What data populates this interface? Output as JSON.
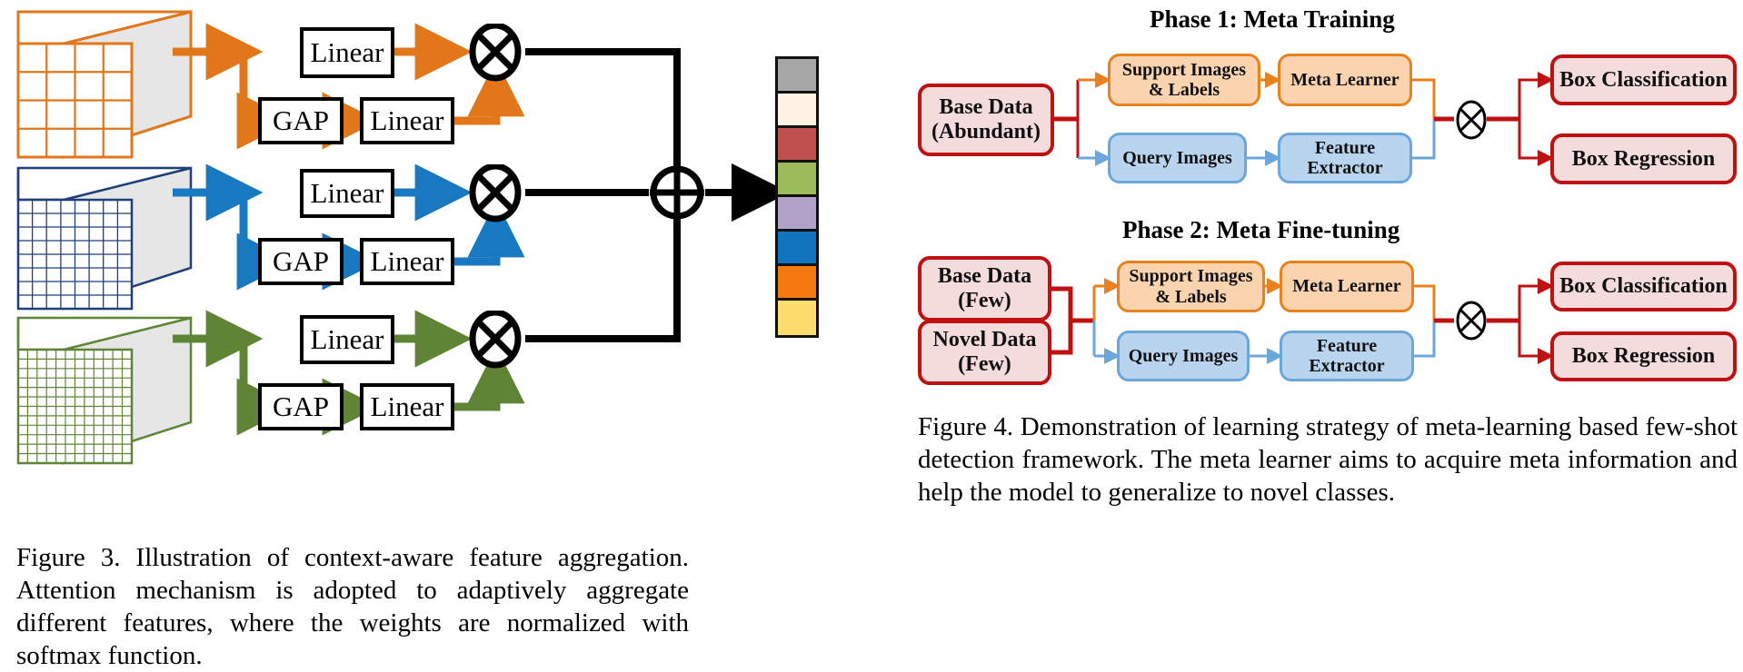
{
  "figure3": {
    "blocks": [
      {
        "label": "Linear",
        "color": "orange"
      },
      {
        "label": "GAP",
        "color": "orange"
      },
      {
        "label": "Linear",
        "color": "orange"
      },
      {
        "label": "Linear",
        "color": "blue"
      },
      {
        "label": "GAP",
        "color": "blue"
      },
      {
        "label": "Linear",
        "color": "blue"
      },
      {
        "label": "Linear",
        "color": "green"
      },
      {
        "label": "GAP",
        "color": "green"
      },
      {
        "label": "Linear",
        "color": "green"
      }
    ],
    "labels": {
      "linear": "Linear",
      "gap": "GAP"
    },
    "operators": {
      "multiply": "⊗",
      "add": "⊕"
    },
    "branch_colors": {
      "orange": "#e2761b",
      "blue": "#1878c0",
      "green": "#5f8436"
    },
    "cubes": [
      {
        "name": "coarse-feature-cube",
        "color": "#e2761b",
        "grid": 4
      },
      {
        "name": "medium-feature-cube",
        "color": "#1f3f7a",
        "grid": 8
      },
      {
        "name": "fine-feature-cube",
        "color": "#5f8436",
        "grid": 12
      }
    ],
    "colorbar": {
      "name": "aggregated-feature-colorbar",
      "cells": [
        "#a6a6a6",
        "#fdf1e3",
        "#c0504d",
        "#9bbb59",
        "#b3a2c7",
        "#1074bf",
        "#f47a10",
        "#fdde6c"
      ]
    },
    "caption": "Figure 3. Illustration of context-aware feature aggregation. Attention mechanism is adopted to adaptively aggregate different features, where the weights are normalized with softmax function."
  },
  "figure4": {
    "phase1": {
      "title": "Phase 1: Meta Training",
      "source": "Base Data\n(Abundant)",
      "source_line1": "Base Data",
      "source_line2": "(Abundant)",
      "support": "Support Images\n& Labels",
      "support_line1": "Support Images",
      "support_line2": "& Labels",
      "meta_learner": "Meta Learner",
      "query": "Query Images",
      "feature_extractor": "Feature\nExtractor",
      "feature_line1": "Feature",
      "feature_line2": "Extractor",
      "operator": "⊗",
      "out1": "Box Classification",
      "out2": "Box Regression"
    },
    "phase2": {
      "title": "Phase 2: Meta Fine-tuning",
      "source1_line1": "Base Data",
      "source1_line2": "(Few)",
      "source2_line1": "Novel Data",
      "source2_line2": "(Few)",
      "support_line1": "Support Images",
      "support_line2": "& Labels",
      "meta_learner": "Meta Learner",
      "query": "Query Images",
      "feature_line1": "Feature",
      "feature_line2": "Extractor",
      "operator": "⊗",
      "out1": "Box Classification",
      "out2": "Box Regression"
    },
    "colors": {
      "red": "#bf1111",
      "red_fill": "#f4dcdc",
      "orange": "#e8821e",
      "orange_fill": "#fbd3ae",
      "blue": "#6ba7da",
      "blue_fill": "#b8d4ee"
    },
    "caption": "Figure 4. Demonstration of learning strategy of meta-learning based few-shot detection framework. The meta learner aims to acquire meta information and help the model to generalize to novel classes."
  }
}
